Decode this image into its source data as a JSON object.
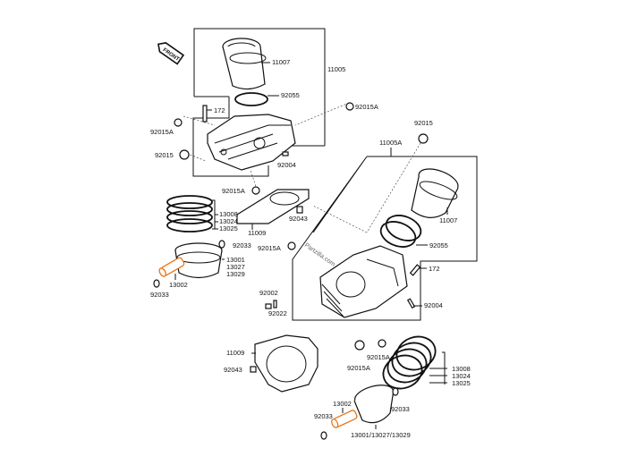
{
  "diagram": {
    "front_arrow": "FRONT",
    "watermark": "Partzilla.com",
    "pin_color": "#e8751a",
    "labels": {
      "l_11007_a": "11007",
      "l_11005": "11005",
      "l_92055_a": "92055",
      "l_172_a": "172",
      "l_92015A_a": "92015A",
      "l_92015A_b": "92015A",
      "l_92015_a": "92015",
      "l_92004_a": "92004",
      "l_11005A": "11005A",
      "l_92015_b": "92015",
      "l_92015A_c": "92015A",
      "l_13008_a": "13008",
      "l_13024_a": "13024",
      "l_13025_a": "13025",
      "l_92043_a": "92043",
      "l_11009_a": "11009",
      "l_11007_b": "11007",
      "l_92033_a": "92033",
      "l_92015A_d": "92015A",
      "l_92055_b": "92055",
      "l_13001_a": "13001",
      "l_13027_a": "13027",
      "l_13029_a": "13029",
      "l_172_b": "172",
      "l_13002_a": "13002",
      "l_92033_b": "92033",
      "l_92002": "92002",
      "l_92022": "92022",
      "l_92004_b": "92004",
      "l_11009_b": "11009",
      "l_92043_b": "92043",
      "l_92015A_e": "92015A",
      "l_92015A_f": "92015A",
      "l_13008_b": "13008",
      "l_13024_b": "13024",
      "l_13025_b": "13025",
      "l_13002_b": "13002",
      "l_92033_c": "92033",
      "l_92033_d": "92033",
      "l_13001_combo": "13001/13027/13029"
    }
  }
}
